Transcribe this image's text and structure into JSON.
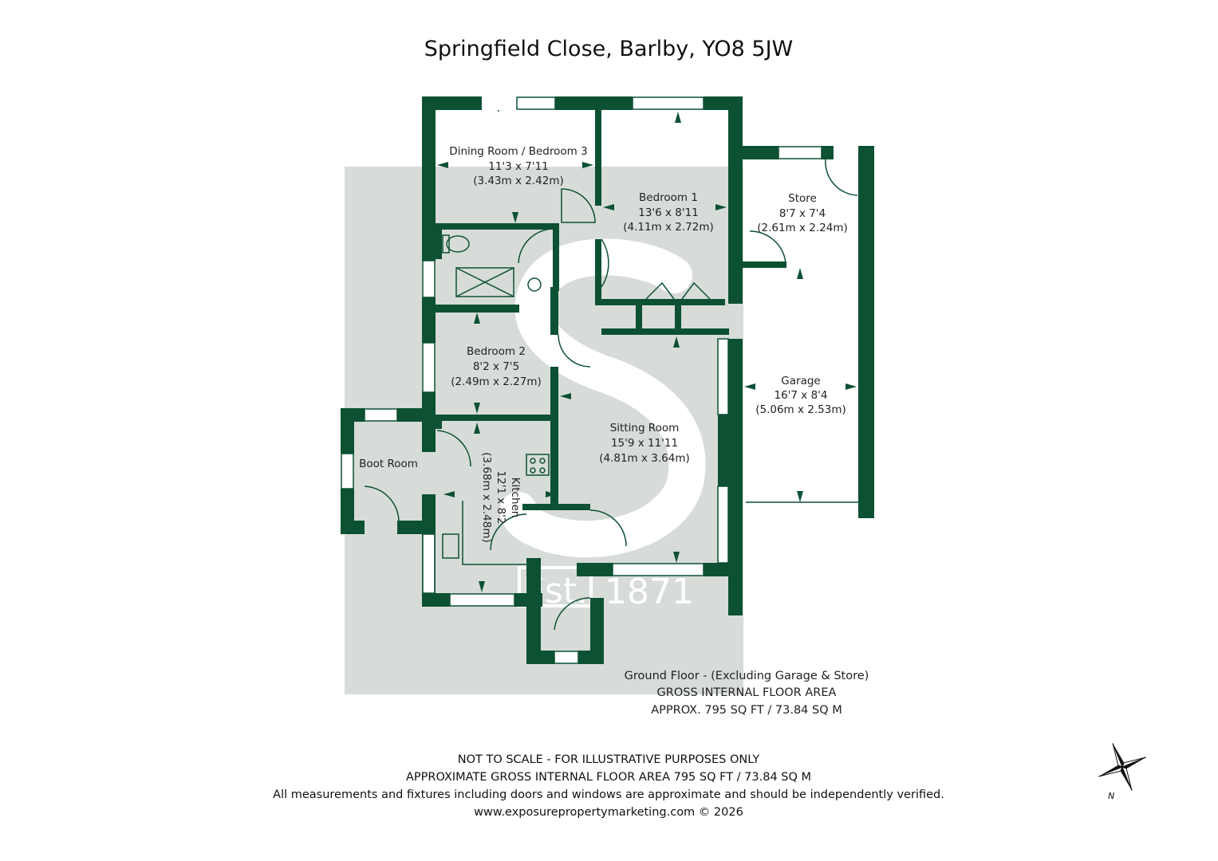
{
  "title": "Springfield Close, Barlby, YO8 5JW",
  "colors": {
    "wall": "#0d5133",
    "background_panel": "#d7dcd9",
    "watermark": "#ffffff",
    "text": "#222222"
  },
  "rooms": [
    {
      "name": "Dining Room / Bedroom 3",
      "imperial": "11'3 x 7'11",
      "metric": "(3.43m x 2.42m)"
    },
    {
      "name": "Bedroom 1",
      "imperial": "13'6 x 8'11",
      "metric": "(4.11m x 2.72m)"
    },
    {
      "name": "Store",
      "imperial": "8'7 x 7'4",
      "metric": "(2.61m x 2.24m)"
    },
    {
      "name": "Bedroom 2",
      "imperial": "8'2 x 7'5",
      "metric": "(2.49m x 2.27m)"
    },
    {
      "name": "Garage",
      "imperial": "16'7 x 8'4",
      "metric": "(5.06m x 2.53m)"
    },
    {
      "name": "Sitting Room",
      "imperial": "15'9 x 11'11",
      "metric": "(4.81m x 3.64m)"
    },
    {
      "name": "Boot Room"
    },
    {
      "name": "Kitchen",
      "imperial": "12'1 x 8'2",
      "metric": "(3.68m x 2.48m)"
    }
  ],
  "watermark": {
    "letter": "S",
    "left": "Est.",
    "right": "1871"
  },
  "area_note": [
    "Ground Floor - (Excluding Garage & Store)",
    "GROSS INTERNAL FLOOR AREA",
    "APPROX. 795 SQ FT / 73.84 SQ M"
  ],
  "footer": [
    "NOT TO SCALE - FOR ILLUSTRATIVE PURPOSES ONLY",
    "APPROXIMATE GROSS INTERNAL FLOOR AREA 795 SQ FT / 73.84 SQ M",
    "All measurements and fixtures including doors and windows are approximate and should be independently verified.",
    "www.exposurepropertymarketing.com © 2026"
  ],
  "compass": {
    "label": "N"
  }
}
